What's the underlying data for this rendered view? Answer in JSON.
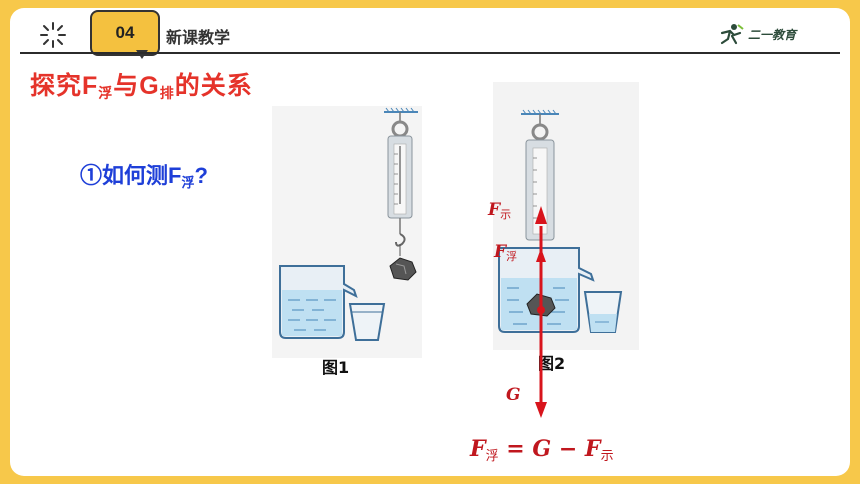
{
  "header": {
    "badge": "04",
    "section": "新课教学",
    "logo_text": "二一教育",
    "spark_icon": "sparkle-icon"
  },
  "title": {
    "pre": "探究F",
    "sub1": "浮",
    "mid": "与G",
    "sub2": "排",
    "post": "的关系"
  },
  "question": {
    "pre": "①如何测F",
    "sub": "浮",
    "post": "?"
  },
  "figures": {
    "fig1_caption": "图1",
    "fig2_caption": "图2"
  },
  "forces": {
    "f_show": "F",
    "f_show_sub": "示",
    "f_float": "F",
    "f_float_sub": "浮",
    "g": "G"
  },
  "formula": {
    "f": "F",
    "f_sub": "浮",
    "eq": " = G − F",
    "show_sub": "示"
  },
  "colors": {
    "frame": "#f7c84a",
    "title_red": "#e5332a",
    "question_blue": "#1e3fd8",
    "arrow_red": "#c0171e"
  }
}
